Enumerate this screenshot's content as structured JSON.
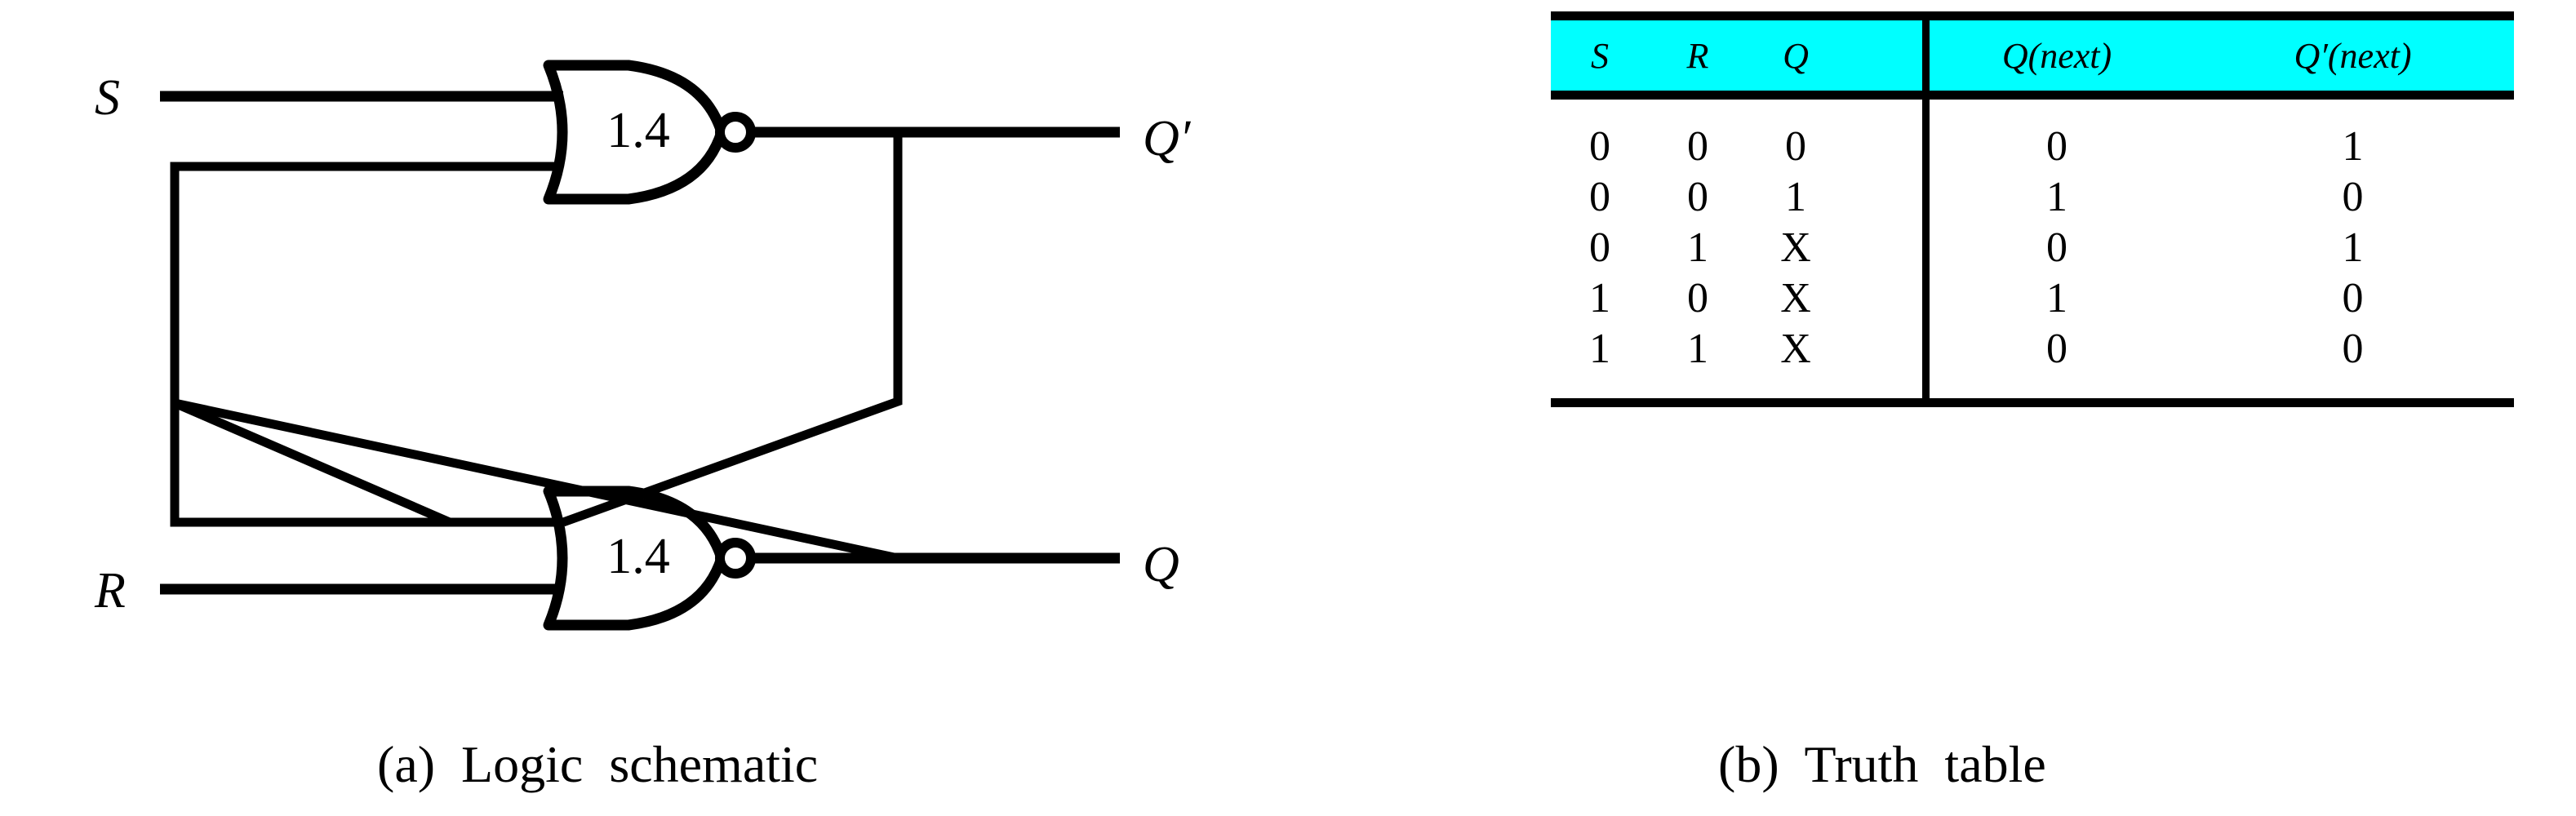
{
  "figure": {
    "title_a": "(a)  Logic  schematic",
    "title_b": "(b)  Truth  table"
  },
  "schematic": {
    "inputs": [
      {
        "name": "input-s",
        "label": "S"
      },
      {
        "name": "input-r",
        "label": "R"
      }
    ],
    "outputs": [
      {
        "name": "output-q-prime",
        "label": "Q′"
      },
      {
        "name": "output-q",
        "label": "Q"
      }
    ],
    "gates": [
      {
        "name": "nor-gate-top",
        "label": "1.4",
        "type": "NOR"
      },
      {
        "name": "nor-gate-bottom",
        "label": "1.4",
        "type": "NOR"
      }
    ],
    "colors": {
      "wire": "#000000",
      "background": "#ffffff"
    }
  },
  "truth_table": {
    "header_background": "#00ffff",
    "rule_color": "#000000",
    "columns_left": [
      "S",
      "R",
      "Q"
    ],
    "columns_right": [
      "Q(next)",
      "Q′(next)"
    ],
    "header": {
      "s": "S",
      "r": "R",
      "q": "Q",
      "q_next": "Q(next)",
      "q_prime_next": "Q′(next)"
    },
    "rows": [
      {
        "s": "0",
        "r": "0",
        "q": "0",
        "q_next": "0",
        "q_prime_next": "1"
      },
      {
        "s": "0",
        "r": "0",
        "q": "1",
        "q_next": "1",
        "q_prime_next": "0"
      },
      {
        "s": "0",
        "r": "1",
        "q": "X",
        "q_next": "0",
        "q_prime_next": "1"
      },
      {
        "s": "1",
        "r": "0",
        "q": "X",
        "q_next": "1",
        "q_prime_next": "0"
      },
      {
        "s": "1",
        "r": "1",
        "q": "X",
        "q_next": "0",
        "q_prime_next": "0"
      }
    ]
  }
}
